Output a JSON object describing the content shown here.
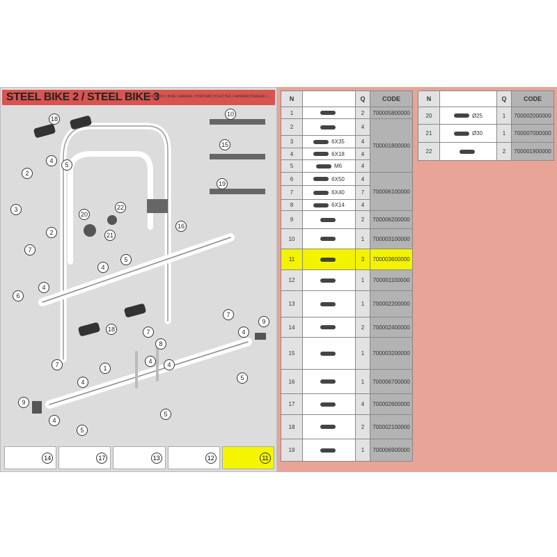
{
  "title": "STEEL BIKE 2 / STEEL BIKE 3",
  "subtitle": "PORTABICI / BIKE CARRIER / PORTEBICYCLETTES / FAHRRADTRÄGER / ...",
  "diagram": {
    "callouts": [
      "18",
      "10",
      "15",
      "19",
      "2",
      "4",
      "5",
      "3",
      "20",
      "22",
      "21",
      "2",
      "16",
      "7",
      "5",
      "4",
      "4",
      "6",
      "18",
      "7",
      "4",
      "9",
      "7",
      "8",
      "1",
      "4",
      "4",
      "7",
      "4",
      "5",
      "9",
      "4",
      "5",
      "5"
    ],
    "strip": [
      "14",
      "17",
      "13",
      "12",
      "11"
    ]
  },
  "table1": {
    "headers": [
      "N",
      "",
      "Q",
      "CODE"
    ],
    "rows": [
      {
        "n": "1",
        "label": "",
        "q": "2",
        "code": "700005800000"
      },
      {
        "n": "2",
        "label": "",
        "q": "4",
        "code": "700001800000"
      },
      {
        "n": "3",
        "label": "6X35",
        "q": "4"
      },
      {
        "n": "4",
        "label": "6X18",
        "q": "4"
      },
      {
        "n": "5",
        "label": "M6",
        "q": "4"
      },
      {
        "n": "6",
        "label": "6X50",
        "q": "4",
        "code": "700006100000"
      },
      {
        "n": "7",
        "label": "6X40",
        "q": "7"
      },
      {
        "n": "8",
        "label": "6X14",
        "q": "4"
      },
      {
        "n": "9",
        "label": "",
        "q": "2",
        "code": "700006200000"
      },
      {
        "n": "10",
        "label": "",
        "q": "1",
        "code": "700003100000"
      },
      {
        "n": "11",
        "label": "",
        "q": "3",
        "code": "700003600000",
        "highlight": true
      },
      {
        "n": "12",
        "label": "",
        "q": "1",
        "code": "700001100000"
      },
      {
        "n": "13",
        "label": "",
        "q": "1",
        "code": "700002200000"
      },
      {
        "n": "14",
        "label": "",
        "q": "2",
        "code": "700002400000"
      },
      {
        "n": "15",
        "label": "",
        "q": "1",
        "code": "700003200000"
      },
      {
        "n": "16",
        "label": "",
        "q": "1",
        "code": "700006700000"
      },
      {
        "n": "17",
        "label": "",
        "q": "4",
        "code": "700002600000"
      },
      {
        "n": "18",
        "label": "",
        "q": "2",
        "code": "700002100000"
      },
      {
        "n": "19",
        "label": "",
        "q": "1",
        "code": "700006900000"
      }
    ]
  },
  "table2": {
    "headers": [
      "N",
      "",
      "Q",
      "CODE"
    ],
    "rows": [
      {
        "n": "20",
        "label": "Ø25",
        "q": "1",
        "code": "700002000000"
      },
      {
        "n": "21",
        "label": "Ø30",
        "q": "1",
        "code": "700007000000"
      },
      {
        "n": "22",
        "label": "",
        "q": "2",
        "code": "700001900000"
      }
    ]
  }
}
